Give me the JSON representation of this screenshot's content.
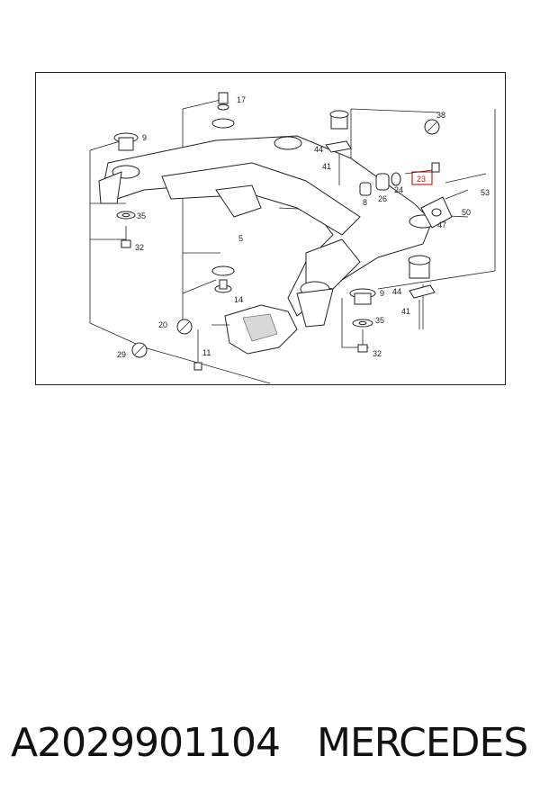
{
  "caption": {
    "part_number": "A2029901104",
    "brand": "MERCEDES"
  },
  "callouts": {
    "c5": "5",
    "c8": "8",
    "c9a": "9",
    "c9b": "9",
    "c11": "11",
    "c14": "14",
    "c17": "17",
    "c20": "20",
    "c23": "23",
    "c24": "24",
    "c26": "26",
    "c29": "29",
    "c32a": "32",
    "c32b": "32",
    "c35a": "35",
    "c35b": "35",
    "c38": "38",
    "c41a": "41",
    "c41b": "41",
    "c44a": "44",
    "c44b": "44",
    "c47": "47",
    "c50": "50",
    "c53": "53"
  },
  "highlight_color": "#d02020"
}
